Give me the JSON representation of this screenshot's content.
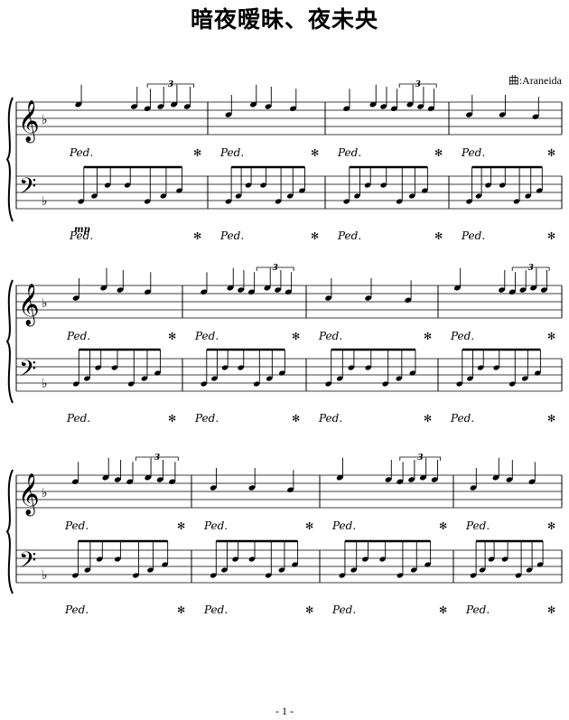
{
  "title": "暗夜暧昧、夜未央",
  "composer": "曲:Araneida",
  "page_number": "- 1 -",
  "score": {
    "key_signature": "F major (1 flat)",
    "clefs": [
      "treble",
      "bass"
    ],
    "systems": 3,
    "measures_per_system": 4,
    "markings": {
      "pedal_down": "Ped.",
      "pedal_up": "✻",
      "tuplet": "3",
      "dynamic": "mp"
    }
  }
}
